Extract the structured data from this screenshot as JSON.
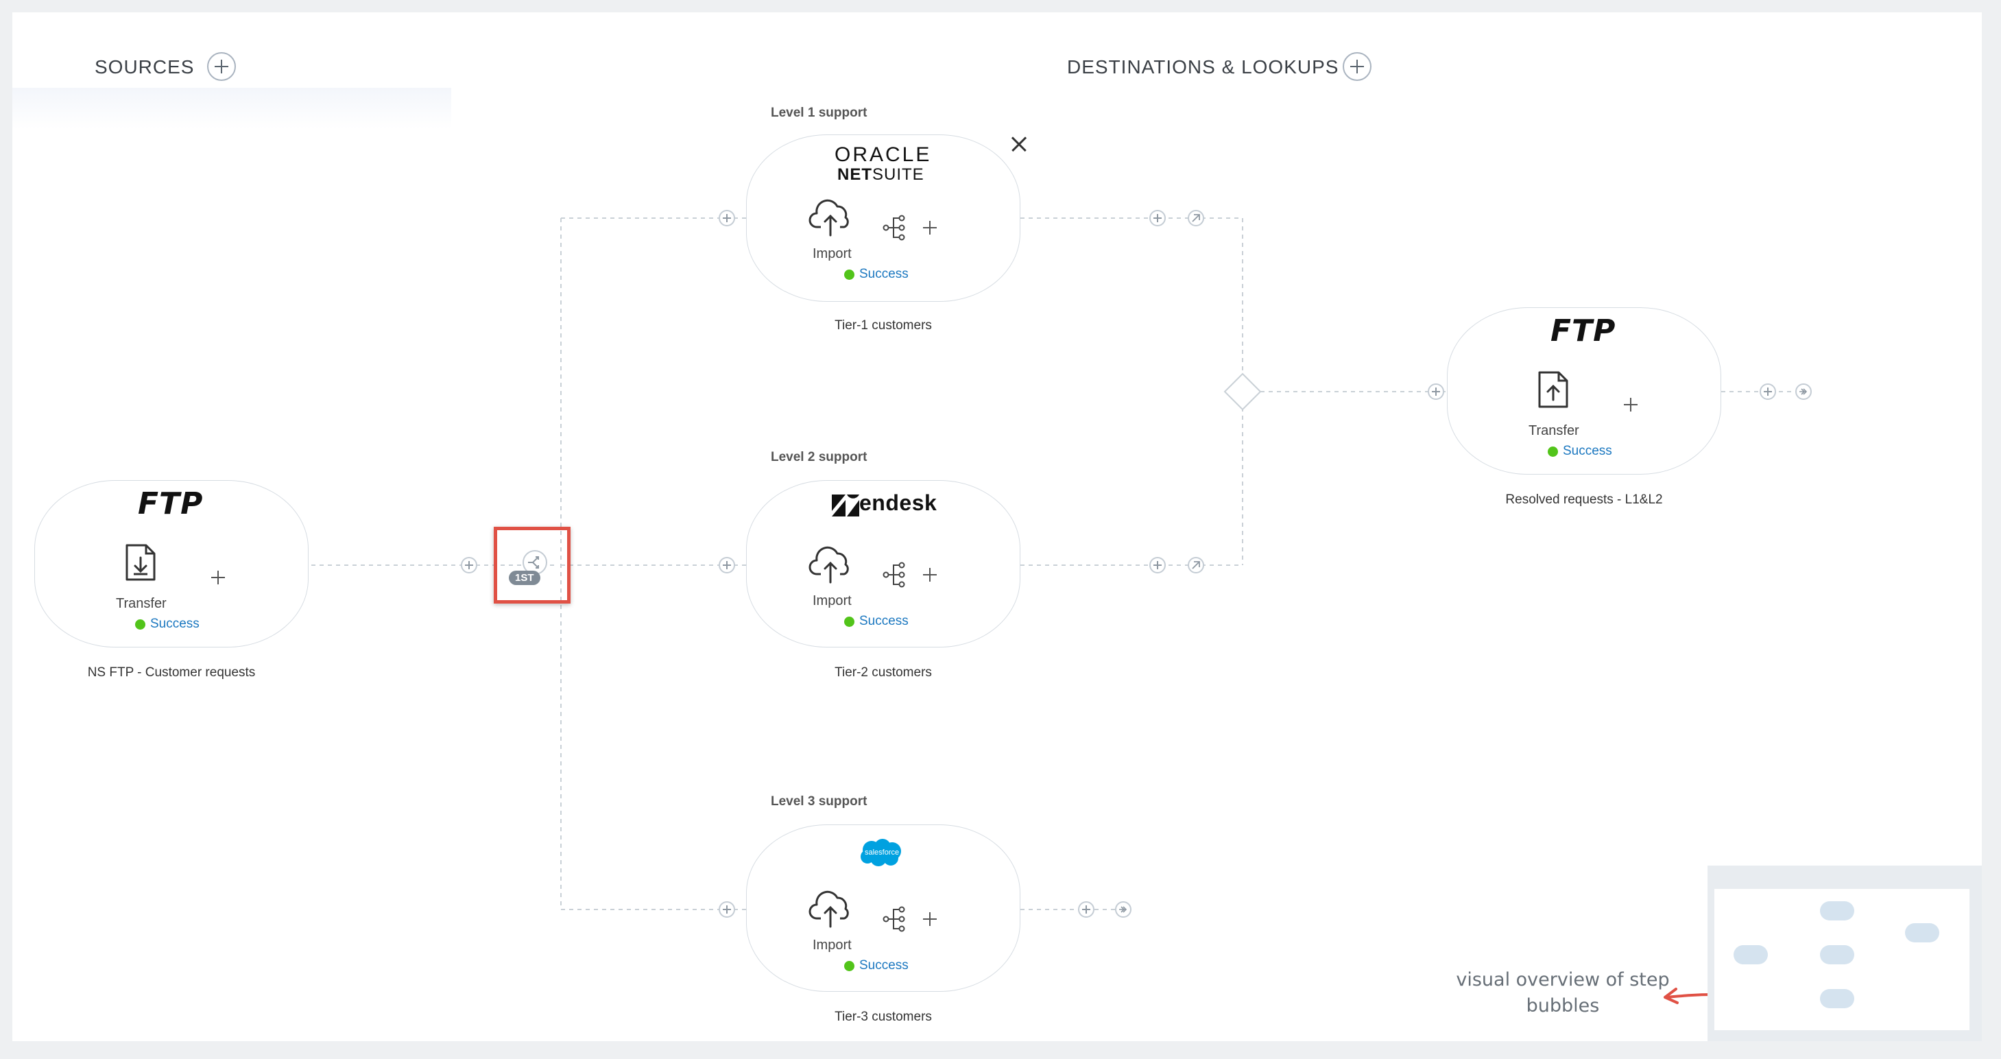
{
  "canvas": {
    "sources_title": "SOURCES",
    "destinations_title": "DESTINATIONS & LOOKUPS"
  },
  "source": {
    "logo_text": "FTP",
    "step_label": "Transfer",
    "status": "Success",
    "caption": "NS FTP - Customer requests"
  },
  "router": {
    "badge": "1ST"
  },
  "branches": [
    {
      "level": "Level 1 support",
      "logo_line1": "ORACLE",
      "logo_line2_bold": "NET",
      "logo_line2_rest": "SUITE",
      "step_label": "Import",
      "status": "Success",
      "caption": "Tier-1 customers"
    },
    {
      "level": "Level 2 support",
      "logo_text": "endesk",
      "step_label": "Import",
      "status": "Success",
      "caption": "Tier-2 customers"
    },
    {
      "level": "Level 3 support",
      "logo_text": "salesforce",
      "step_label": "Import",
      "status": "Success",
      "caption": "Tier-3 customers"
    }
  ],
  "destination": {
    "logo_text": "FTP",
    "step_label": "Transfer",
    "status": "Success",
    "caption": "Resolved requests - L1&L2"
  },
  "minimap": {
    "annotation_line1": "visual overview of step",
    "annotation_line2": "bubbles"
  },
  "colors": {
    "success_dot": "#52c41a",
    "status_text": "#1c78c0",
    "highlight": "#e05145",
    "annotation_arrow": "#e05145",
    "salesforce_blue": "#00a1e0"
  }
}
